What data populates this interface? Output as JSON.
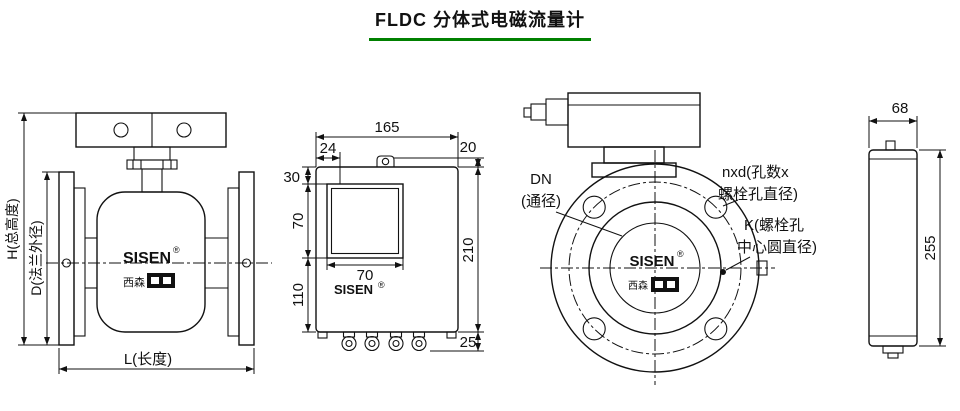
{
  "title": "FLDC 分体式电磁流量计",
  "colors": {
    "accent": "#008000",
    "ink": "#111111"
  },
  "brand": {
    "name": "SISEN",
    "reg": "®",
    "cn": "西森"
  },
  "sensor_view": {
    "dim_h": "H(总高度)",
    "dim_d": "D(法兰外径)",
    "dim_l": "L(长度)"
  },
  "converter_view": {
    "dim_width": "165",
    "dim_display_offset": "24",
    "dim_lug": "20",
    "dim_top_to_display": "30",
    "dim_display_h": "70",
    "dim_display_w": "70",
    "dim_below_display": "110",
    "dim_height": "210",
    "dim_gland": "25"
  },
  "flange_view": {
    "dn_label_1": "DN",
    "dn_label_2": "(通径)",
    "nxd_label_1": "nxd(孔数x",
    "nxd_label_2": "螺栓孔直径)",
    "k_label_1": "K(螺栓孔",
    "k_label_2": "中心圆直径)"
  },
  "side_view": {
    "dim_depth": "68",
    "dim_height": "255"
  }
}
